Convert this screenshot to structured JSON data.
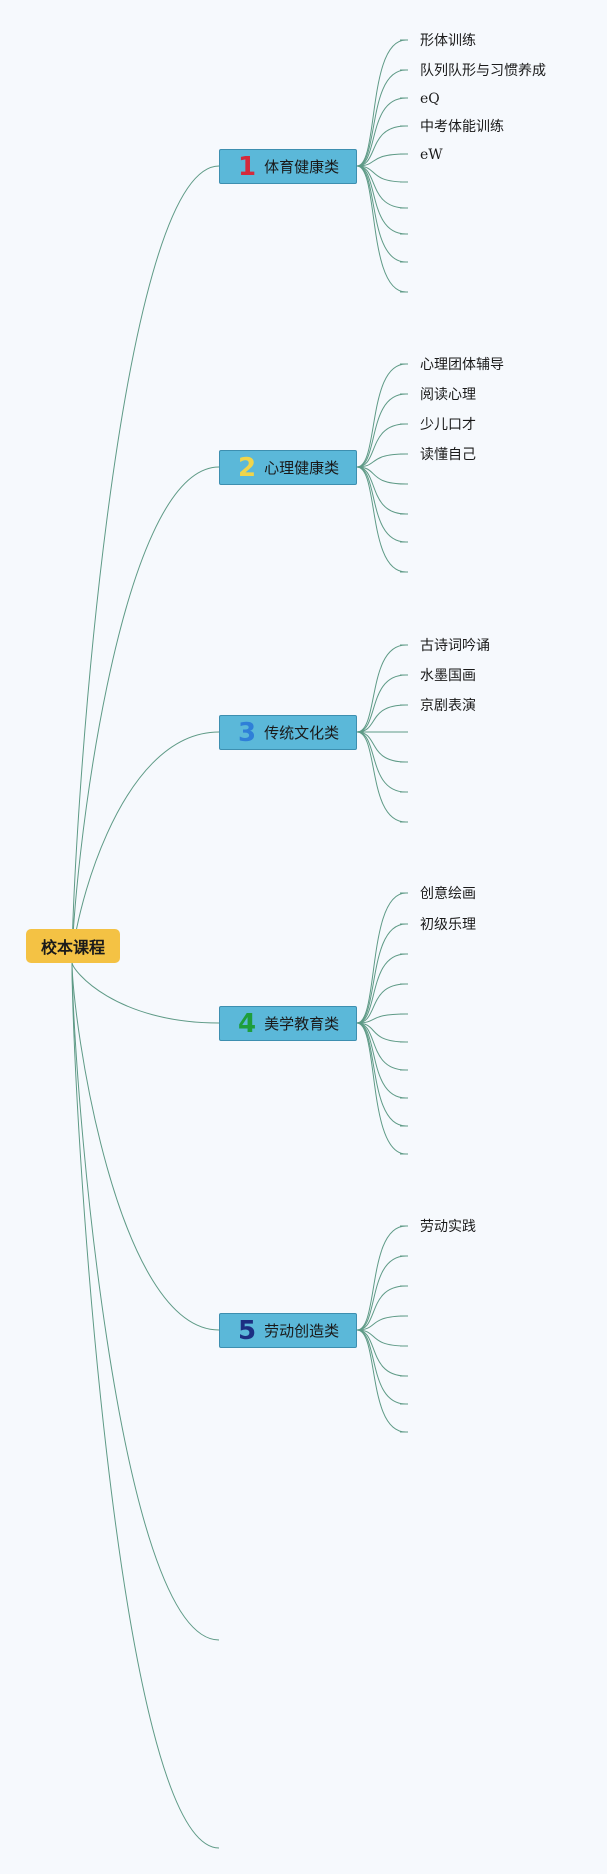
{
  "root": {
    "label": "校本课程"
  },
  "categories": [
    {
      "num": "1",
      "label": "体育健康类",
      "color": "#d42a3c",
      "items": [
        "形体训练",
        "队列队形与习惯养成",
        "eQ",
        "中考体能训练",
        "eW"
      ]
    },
    {
      "num": "2",
      "label": "心理健康类",
      "color": "#f1d54a",
      "items": [
        "心理团体辅导",
        "阅读心理",
        "少儿口才",
        "读懂自己"
      ]
    },
    {
      "num": "3",
      "label": "传统文化类",
      "color": "#2f7fd8",
      "items": [
        "古诗词吟诵",
        "水墨国画",
        "京剧表演"
      ]
    },
    {
      "num": "4",
      "label": "美学教育类",
      "color": "#1e9e3c",
      "items": [
        "创意绘画",
        "初级乐理"
      ]
    },
    {
      "num": "5",
      "label": "劳动创造类",
      "color": "#1c2f82",
      "items": [
        "劳动实践"
      ]
    }
  ],
  "colors": {
    "link": "#5e9a86"
  }
}
